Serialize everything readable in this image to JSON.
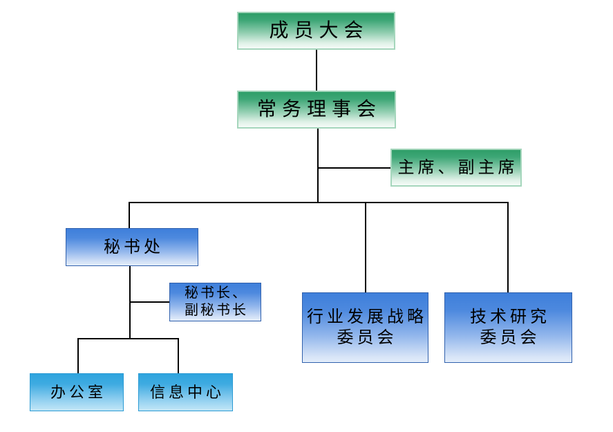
{
  "diagram": {
    "type": "organization-chart",
    "nodes": {
      "member_assembly": {
        "label": "成员大会"
      },
      "standing_council": {
        "label": "常务理事会"
      },
      "chairman": {
        "label": "主席、副主席"
      },
      "secretariat": {
        "label": "秘书处"
      },
      "secretary_general": {
        "line1": "秘书长、",
        "line2": "副秘书长"
      },
      "industry_committee": {
        "line1": "行业发展战略",
        "line2": "委员会"
      },
      "tech_committee": {
        "line1": "技术研究",
        "line2": "委员会"
      },
      "office": {
        "label": "办公室"
      },
      "info_center": {
        "label": "信息中心"
      }
    },
    "edges": [
      {
        "from": "member_assembly",
        "to": "standing_council"
      },
      {
        "from": "standing_council",
        "to": "chairman"
      },
      {
        "from": "standing_council",
        "to": "secretariat"
      },
      {
        "from": "standing_council",
        "to": "industry_committee"
      },
      {
        "from": "standing_council",
        "to": "tech_committee"
      },
      {
        "from": "secretariat",
        "to": "secretary_general"
      },
      {
        "from": "secretariat",
        "to": "office"
      },
      {
        "from": "secretariat",
        "to": "info_center"
      }
    ],
    "colors": {
      "green_top": "#2E9E68",
      "green_bottom": "#F5FBF8",
      "green_border": "#A5D6BC",
      "blue_top": "#3E7FDB",
      "blue_bottom": "#E3EDFA",
      "blue_border": "#3060AC",
      "cyan_top": "#2EA4DE",
      "cyan_bottom": "#C3E7F7",
      "cyan_border": "#2B9BD4",
      "connector_line": "#000000",
      "text": "#000000",
      "background": "#FFFFFF"
    }
  }
}
